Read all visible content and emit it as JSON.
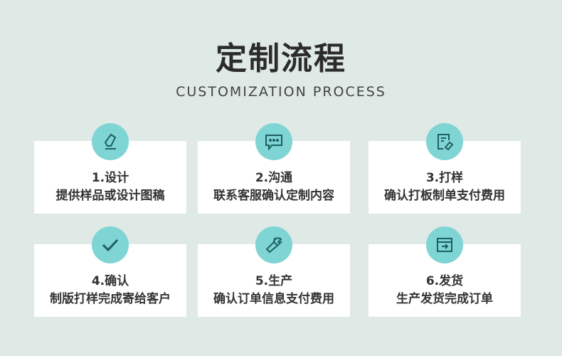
{
  "header": {
    "title": "定制流程",
    "subtitle": "CUSTOMIZATION PROCESS"
  },
  "steps": [
    {
      "label": "1.设计",
      "desc": "提供样品或设计图稿",
      "icon": "pencil-icon"
    },
    {
      "label": "2.沟通",
      "desc": "联系客服确认定制内容",
      "icon": "chat-icon"
    },
    {
      "label": "3.打样",
      "desc": "确认打板制单支付费用",
      "icon": "document-tag-icon"
    },
    {
      "label": "4.确认",
      "desc": "制版打样完成寄给客户",
      "icon": "check-icon"
    },
    {
      "label": "5.生产",
      "desc": "确认订单信息支付费用",
      "icon": "wrench-icon"
    },
    {
      "label": "6.发货",
      "desc": "生产发货完成订单",
      "icon": "box-icon"
    }
  ],
  "colors": {
    "accent": "#7fd4d4",
    "icon": "#1f5f5f",
    "background": "#dfe9e6"
  }
}
